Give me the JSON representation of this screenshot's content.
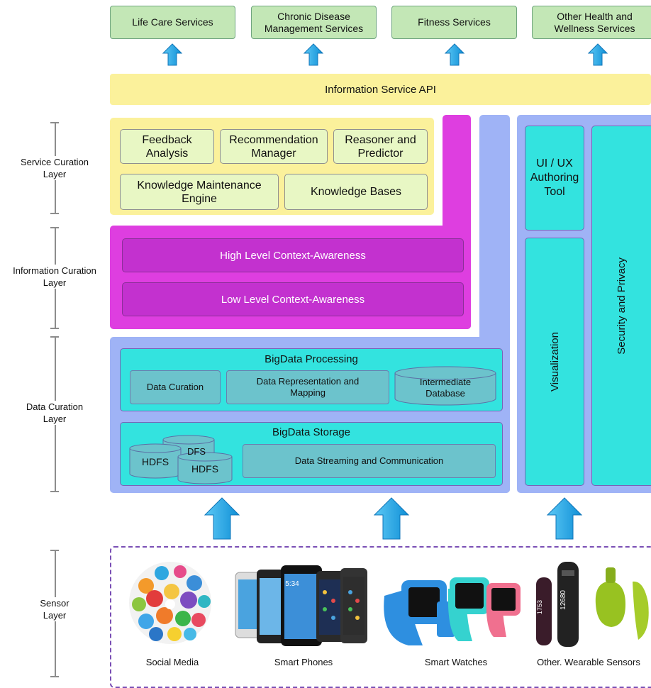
{
  "services": [
    "Life Care Services",
    "Chronic Disease Management Services",
    "Fitness Services",
    "Other Health and Wellness Services"
  ],
  "api_label": "Information Service API",
  "layers": {
    "service": "Service Curation Layer",
    "information": "Information Curation Layer",
    "data": "Data Curation Layer",
    "sensor": "Sensor Layer"
  },
  "service_curation": {
    "feedback": "Feedback Analysis",
    "recommendation": "Recommendation Manager",
    "reasoner": "Reasoner and Predictor",
    "knowledge_maintenance": "Knowledge Maintenance Engine",
    "knowledge_bases": "Knowledge Bases"
  },
  "information_curation": {
    "high": "High Level Context-Awareness",
    "low": "Low Level Context-Awareness"
  },
  "data_curation": {
    "processing_title": "BigData Processing",
    "data_curation": "Data Curation",
    "representation": "Data Representation and Mapping",
    "intermediate_db": "Intermediate Database",
    "storage_title": "BigData Storage",
    "hdfs_back": "DFS",
    "hdfs_1": "HDFS",
    "hdfs_2": "HDFS",
    "streaming": "Data Streaming and Communication"
  },
  "side": {
    "ui_ux": "UI / UX Authoring Tool",
    "visualization": "Visualization",
    "security": "Security and Privacy"
  },
  "sensors": [
    "Social Media",
    "Smart Phones",
    "Smart Watches",
    "Other. Wearable Sensors"
  ],
  "device_labels": {
    "phone_time": "5:34",
    "fitbit_1": "1753",
    "fitbit_2": "12680"
  },
  "colors": {
    "service_green": "#c3e7b6",
    "api_yellow": "#fbf19b",
    "magenta": "#de3ee0",
    "blue_bg": "#9fb3f6",
    "cyan": "#33e3df",
    "arrow_blue": "#1aa8e8"
  }
}
